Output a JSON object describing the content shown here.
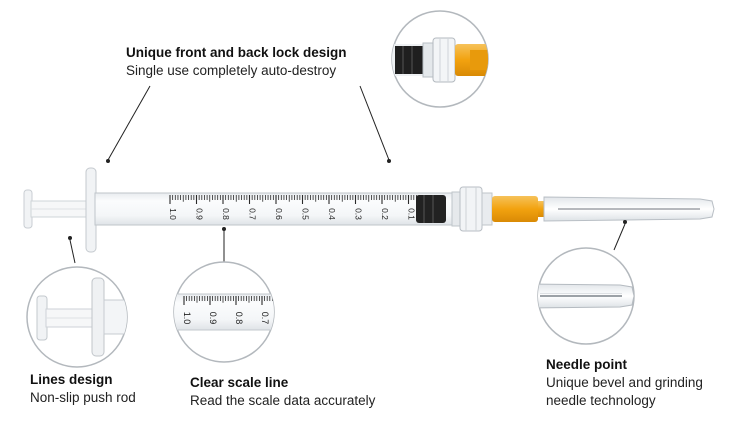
{
  "features": {
    "lock": {
      "title": "Unique front and back lock design",
      "desc": "Single use completely auto-destroy"
    },
    "rod": {
      "title": "Lines design",
      "desc": "Non-slip push rod"
    },
    "scale": {
      "title": "Clear scale line",
      "desc": "Read the scale data accurately"
    },
    "needle": {
      "title": "Needle point",
      "desc_line1": "Unique bevel and grinding",
      "desc_line2": "needle technology"
    }
  },
  "scale_marks": [
    "1.0",
    "0.9",
    "0.8",
    "0.7",
    "0.6",
    "0.5",
    "0.4",
    "0.3",
    "0.2",
    "0.1"
  ],
  "zoom_scale_marks": [
    "1.0",
    "0.9",
    "0.8",
    "0.7"
  ],
  "colors": {
    "hub": "#f2a20f",
    "plunger_tip": "#222222",
    "line": "#222222"
  },
  "icons": [
    "syringe-illustration",
    "lock-zoom-circle",
    "rod-zoom-circle",
    "scale-zoom-circle",
    "needle-zoom-circle"
  ]
}
